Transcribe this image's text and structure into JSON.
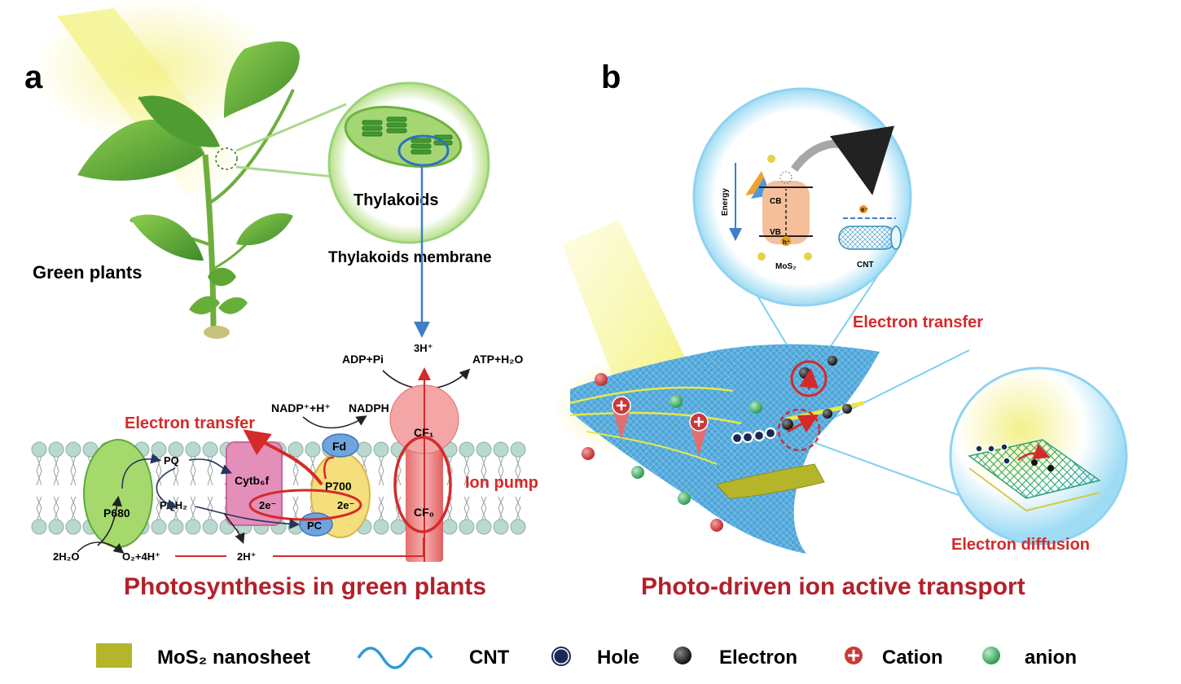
{
  "panel_a": {
    "letter": "a",
    "plant_label": "Green plants",
    "thylakoids_label": "Thylakoids",
    "membrane_label": "Thylakoids membrane",
    "three_h": "3H⁺",
    "adp": "ADP+Pi",
    "atp": "ATP+H₂O",
    "nadp": "NADP⁺+H⁺",
    "nadph": "NADPH",
    "electron_transfer": "Electron transfer",
    "cf1": "CF₁",
    "cf0": "CF₀",
    "ion_pump": "Ion pump",
    "fd": "Fd",
    "p680": "P680",
    "pq": "PQ",
    "pqh2": "PQH₂",
    "cytb6f": "Cytb₆f",
    "p700": "P700",
    "two_e_left": "2e⁻",
    "two_e_right": "2e⁻",
    "pc": "PC",
    "h2o": "2H₂O",
    "o2": "O₂+4H⁺",
    "two_h": "2H⁺",
    "title": "Photosynthesis in green plants"
  },
  "panel_b": {
    "letter": "b",
    "energy_label": "Energy",
    "cb": "CB",
    "vb": "VB",
    "e_small": "e⁻",
    "h_small": "h⁺",
    "mos2_small": "MoS₂",
    "cnt_small": "CNT",
    "electron_transfer": "Electron transfer",
    "electron_diffusion": "Electron diffusion",
    "title": "Photo-driven ion active transport"
  },
  "legend": {
    "mos2": "MoS₂ nanosheet",
    "cnt": "CNT",
    "hole": "Hole",
    "electron": "Electron",
    "cation": "Cation",
    "anion": "anion"
  },
  "colors": {
    "red": "#d42a2a",
    "title_red": "#b3202a",
    "green": "#7cc45a",
    "blue": "#4a90d0",
    "cyan": "#5fc4e8",
    "mos2_olive": "#b5b52a"
  }
}
